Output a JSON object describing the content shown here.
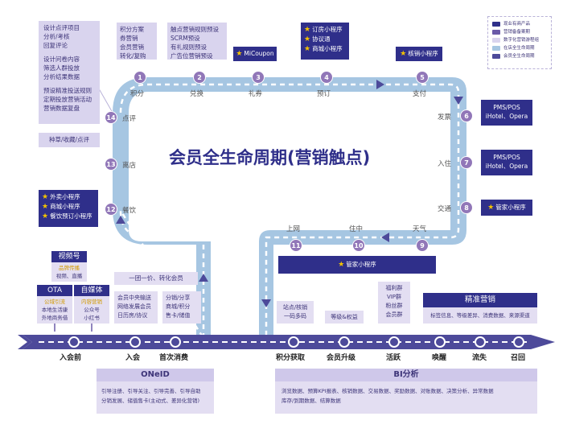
{
  "title": "会员全生命周期(营销触点)",
  "legend": [
    {
      "label": "现业有商产品",
      "color": "#2f2f8a"
    },
    {
      "label": "营销备备案期",
      "color": "#6a5aa8"
    },
    {
      "label": "数字化营销游程组",
      "color": "#d9d4ee"
    },
    {
      "label": "在店全生命周期",
      "color": "#a6c6e2"
    },
    {
      "label": "会员全生命周期",
      "color": "#4d4a9a"
    }
  ],
  "nodes": [
    {
      "num": "1",
      "label": "积分"
    },
    {
      "num": "2",
      "label": "兑换"
    },
    {
      "num": "3",
      "label": "礼券"
    },
    {
      "num": "4",
      "label": "预订"
    },
    {
      "num": "5",
      "label": "支付"
    },
    {
      "num": "6",
      "label": "发票"
    },
    {
      "num": "7",
      "label": "入住"
    },
    {
      "num": "8",
      "label": "交通"
    },
    {
      "num": "9",
      "label": "天气"
    },
    {
      "num": "10",
      "label": "住中"
    },
    {
      "num": "11",
      "label": "上网"
    },
    {
      "num": "12",
      "label": "餐饮"
    },
    {
      "num": "13",
      "label": "离店"
    },
    {
      "num": "14",
      "label": "点评"
    }
  ],
  "boxes": {
    "top_left": [
      "设计点评项目",
      "分析/考核",
      "回复评论",
      "设计问卷内容",
      "筛选人群投放",
      "分析结果数据",
      "预设精准投送规则",
      "定期投放营销活动",
      "营销数据复盘"
    ],
    "seed": [
      "种草/收藏/点评"
    ],
    "points": [
      "积分方案",
      "券营销",
      "会员营销",
      "转化/复购"
    ],
    "touch": [
      "触点营销规则预设",
      "SCRM预设",
      "有礼规则预设",
      "广告位营销预设"
    ],
    "micoupon": [
      "MiCoupon"
    ],
    "booking": [
      "订房小程序",
      "协议通",
      "商城小程序"
    ],
    "writeoff": [
      "核销小程序"
    ],
    "pms1": [
      "PMS/POS",
      "iHotel、Opera"
    ],
    "pms2": [
      "PMS/POS",
      "iHotel、Opera"
    ],
    "steward": [
      "管家小程序"
    ],
    "dining": [
      "外卖小程序",
      "商城小程序",
      "餐饮预订小程序"
    ],
    "steward_bottom": [
      "管家小程序"
    ]
  },
  "bottom": {
    "video_title": "视频号",
    "video_items": [
      "品牌传播",
      "视频、直播"
    ],
    "ota_title": "OTA",
    "ota_items": [
      "公域引流",
      "本地生活康",
      "外地商务借"
    ],
    "media_title": "自媒体",
    "media_items": [
      "内容营销",
      "公众号",
      "小红书"
    ],
    "one_price": "一团一价、转化会员",
    "onboard": [
      "会员中央输送",
      "网络发展会员",
      "日历房/协议"
    ],
    "share": [
      "分销/分享",
      "商城/积分",
      "售卡/储值"
    ],
    "points_sub": [
      "站点/核销",
      "一码多码"
    ],
    "level": [
      "等级&权益"
    ],
    "groups": [
      "福利群",
      "VIP群",
      "粉丝群",
      "会员群"
    ],
    "precision_title": "精准营销",
    "precision_text": "标签信息、等级差异、消费数据、来源渠道",
    "oneid_title": "ONeID",
    "oneid_text": [
      "引导注册、引导关注、引导完善、引导自助",
      "分销发展、储值售卡(主动式、差异化营销)"
    ],
    "bi_title": "BI分析",
    "bi_text": [
      "浏览数据、预算KPI报表、核销数据、交易数据、奖励数据、对账数据、决策分析、异常数据",
      "库存/到期数据、结算数据"
    ]
  },
  "timeline": [
    "入会前",
    "入会",
    "首次消费",
    "积分获取",
    "会员升级",
    "活跃",
    "唤醒",
    "流失",
    "召回"
  ]
}
